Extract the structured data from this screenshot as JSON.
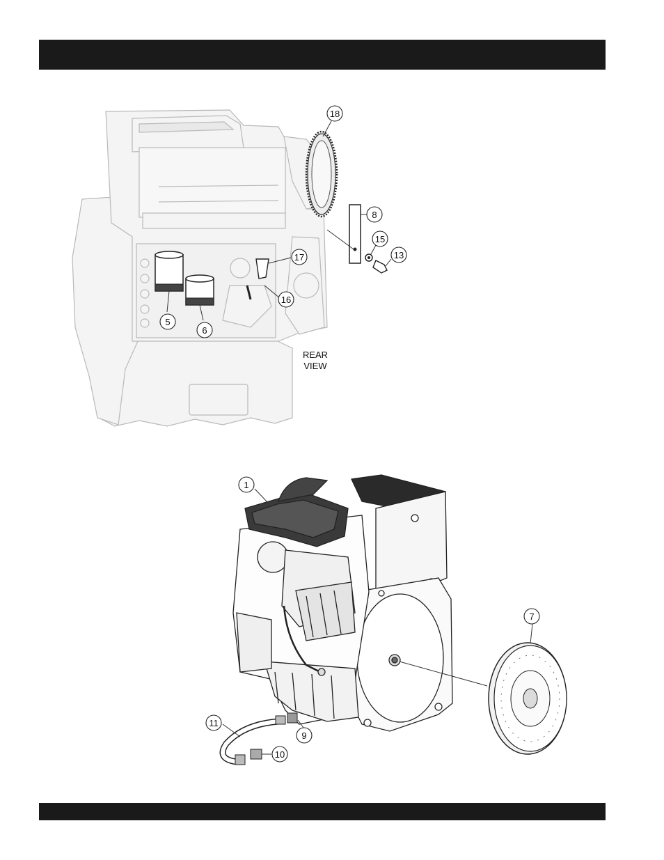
{
  "rear_view_label": [
    "REAR",
    "VIEW"
  ],
  "callouts": {
    "c1": "1",
    "c5": "5",
    "c6": "6",
    "c7": "7",
    "c8": "8",
    "c9": "9",
    "c10": "10",
    "c11": "11",
    "c13": "13",
    "c15": "15",
    "c16": "16",
    "c17": "17",
    "c18": "18"
  }
}
